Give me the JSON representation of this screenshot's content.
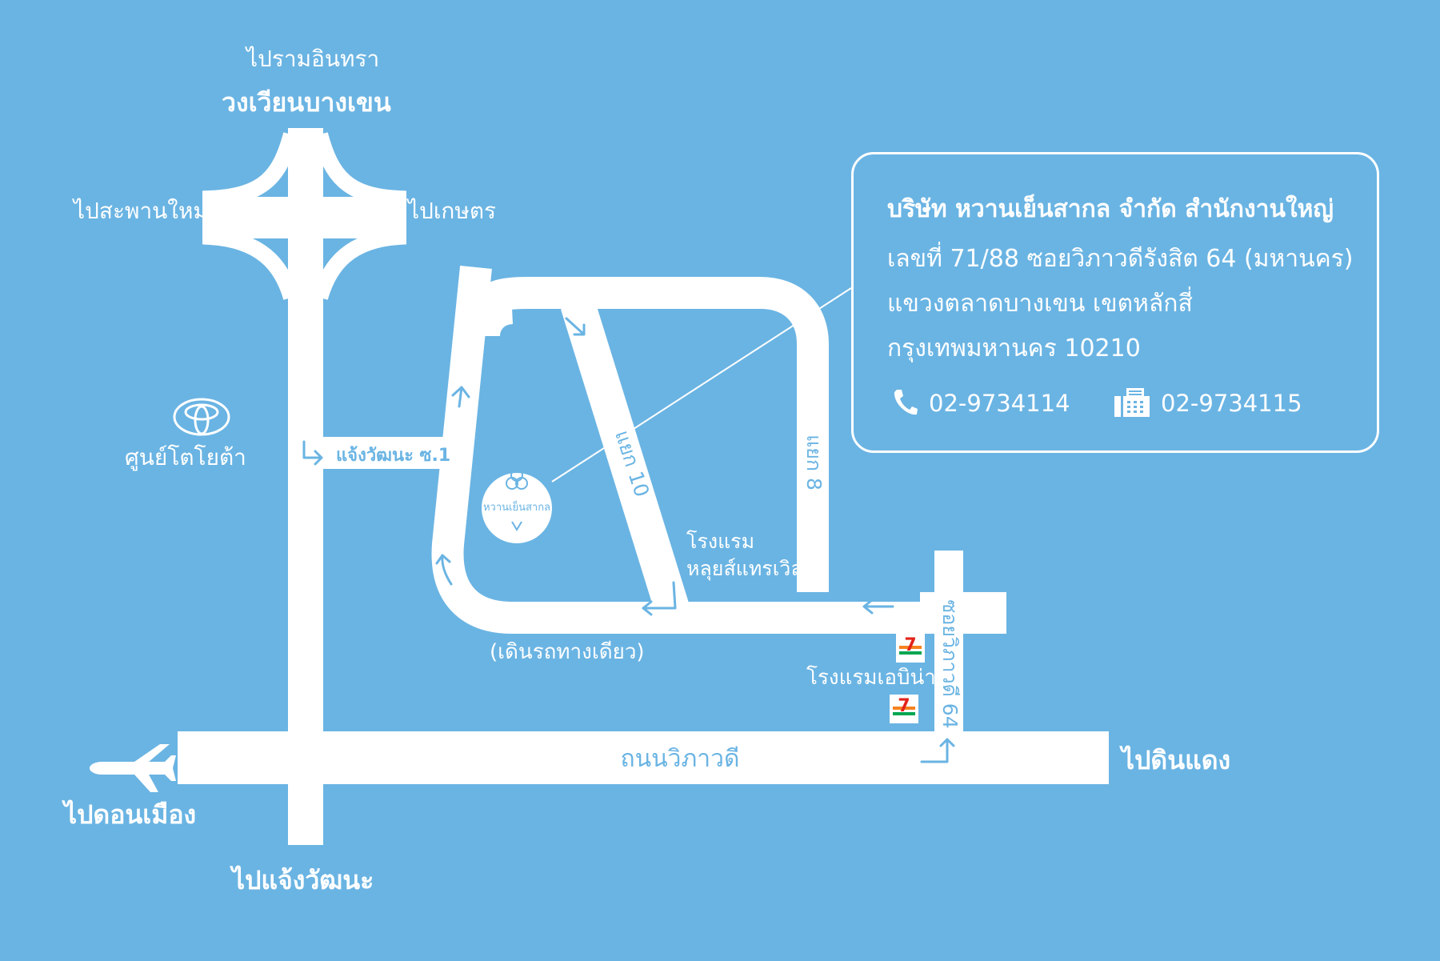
{
  "colors": {
    "background": "#6ab4e3",
    "road": "#ffffff",
    "road_text": "#6ab4e3",
    "seven_eleven_red": "#e2231a",
    "seven_eleven_green": "#00a651",
    "seven_eleven_orange": "#f58220"
  },
  "labels": {
    "to_ram_inthra": "ไปรามอินทรา",
    "bang_khen_circle": "วงเวียนบางเขน",
    "to_saphan_mai": "ไปสะพานใหม่",
    "to_kaset": "ไปเกษตร",
    "toyota_center": "ศูนย์โตโยต้า",
    "to_don_mueang": "ไปดอนเมือง",
    "to_chaeng_watthana": "ไปแจ้งวัฒนะ",
    "to_din_daeng": "ไปดินแดง",
    "one_way": "(เดินรถทางเดียว)",
    "hotel_louis_line1": "โรงแรม",
    "hotel_louis_line2": "หลุยส์แทรเวิล",
    "hotel_ebina": "โรงแรมเอบิน่า"
  },
  "roads": {
    "chaeng_watthana_soi1": "แจ้งวัฒนะ ซ.1",
    "yaek_10": "แยก 10",
    "yaek_8": "แยก 8",
    "soi_vibhavadi_64": "ซอยวิภาวดี 64",
    "vibhavadi_road": "ถนนวิภาวดี"
  },
  "shop": {
    "name": "หวานเย็นสากล",
    "icon": "ice-cream-logo-icon"
  },
  "icons": {
    "toyota": "toyota-logo-icon",
    "airport": "airplane-icon",
    "seven_eleven": "seven-eleven-icon",
    "phone": "phone-icon",
    "fax": "fax-icon"
  },
  "seven_eleven_text": "7",
  "info": {
    "title": "บริษัท หวานเย็นสากล จำกัด สำนักงานใหญ่",
    "address_line1": "เลขที่ 71/88 ซอยวิภาวดีรังสิต 64 (มหานคร)",
    "address_line2": "แขวงตลาดบางเขน เขตหลักสี่",
    "address_line3": "กรุงเทพมหานคร 10210",
    "phone": "02-9734114",
    "fax": "02-9734115"
  }
}
